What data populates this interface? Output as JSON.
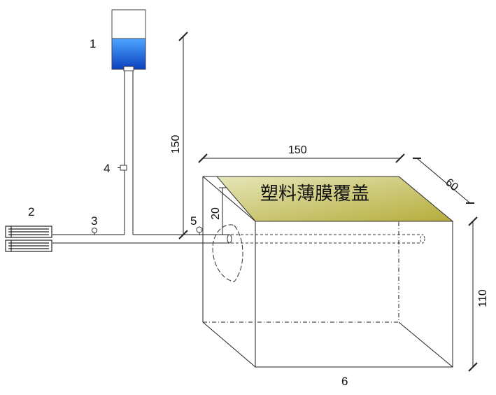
{
  "labels": {
    "n1": "1",
    "n2": "2",
    "n3": "3",
    "n4": "4",
    "n5": "5",
    "n6": "6"
  },
  "dimensions": {
    "pipe_height": "150",
    "box_length": "150",
    "box_depth": "60",
    "box_height": "110",
    "pipe_offset": "20"
  },
  "cover_text": "塑料薄膜覆盖",
  "colors": {
    "water": "#1565d8",
    "cover": "#c8c060",
    "line": "#222222"
  }
}
